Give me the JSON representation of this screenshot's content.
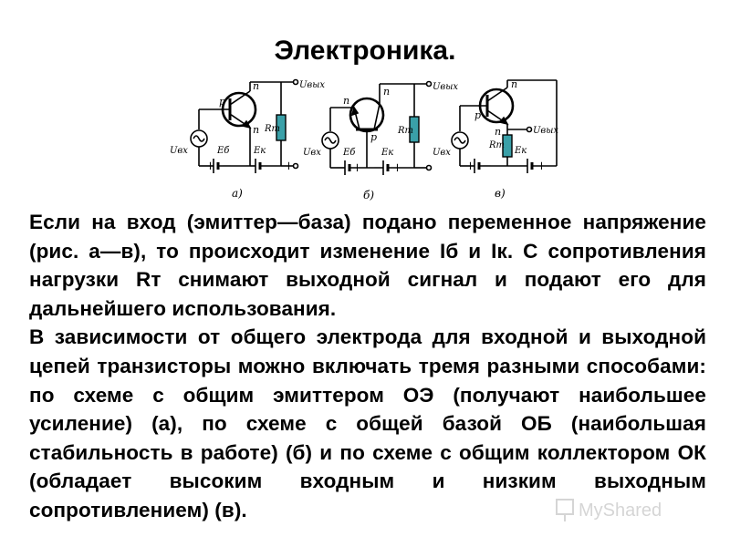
{
  "slide": {
    "title": "Электроника.",
    "paragraph_1": "Если на вход (эмиттер—база) подано переменное напряжение (рис. а—в), то происходит изменение Iб и Iк. С сопротивления нагрузки Rт снимают выходной сигнал и подают его для дальнейшего использования.",
    "paragraph_2": "В зависимости от общего электрода для входной и выходной цепей транзисторы можно включать тремя разными способами: по схеме с общим эмиттером ОЭ (получают наибольшее усиление) (а), по схеме с общей базой ОБ (наибольшая стабильность в работе) (б) и по схеме с общим коллектором ОК (обладает высоким входным и низким выходным сопротивлением) (в)."
  },
  "figure": {
    "circuit_a": {
      "caption": "а)",
      "p": "p",
      "n_top": "n",
      "n_bottom": "n",
      "uout": "Uвых",
      "uin": "Uвх",
      "rt": "Rт",
      "eb": "Eб",
      "ek": "Eк",
      "plus1": "+",
      "minus1": "−",
      "minus2": "−",
      "plus2": "+"
    },
    "circuit_b": {
      "caption": "б)",
      "n_top": "n",
      "n_left": "n",
      "p": "p",
      "uout": "Uвых",
      "uin": "Uвх",
      "rt": "Rт",
      "eb": "Eб",
      "ek": "Eк",
      "minus1": "−",
      "plus1": "+",
      "minus2": "−",
      "plus2": "+"
    },
    "circuit_c": {
      "caption": "в)",
      "n_top": "n",
      "p": "p",
      "n_bottom": "n",
      "uout": "Uвых",
      "uin": "Uвх",
      "rt": "Rт",
      "ek": "Eк",
      "plus1": "+",
      "minus1": "−",
      "minus2": "−",
      "plus2": "+"
    }
  },
  "watermark": {
    "text": "MyShared"
  },
  "colors": {
    "text": "#000000",
    "resistor": "#3aa0a8",
    "background": "#ffffff"
  }
}
